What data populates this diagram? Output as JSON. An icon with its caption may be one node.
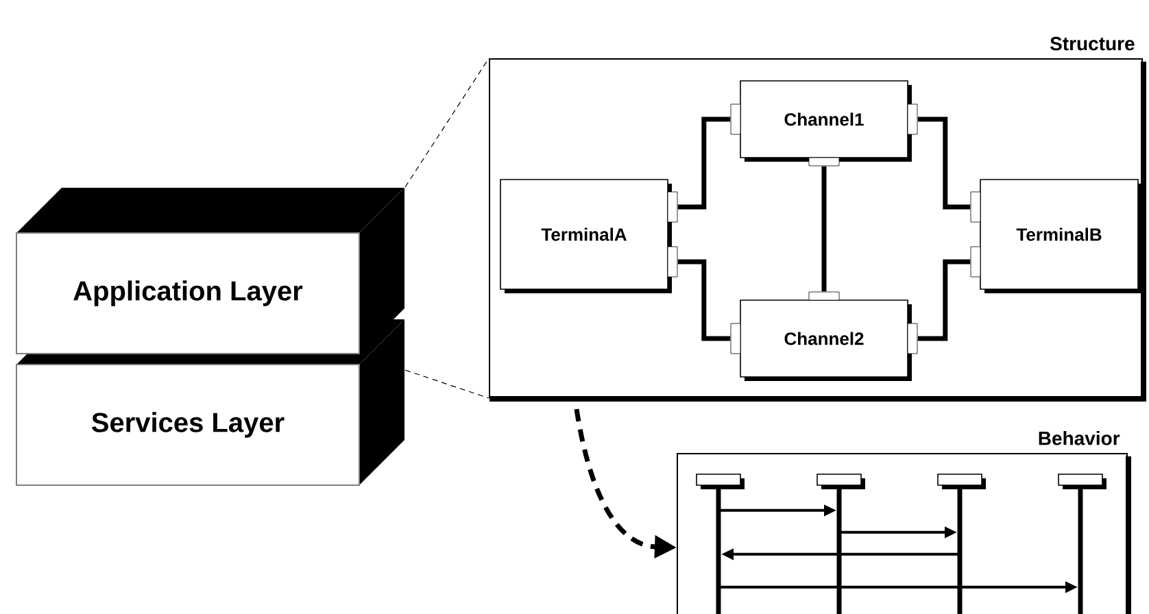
{
  "diagram": {
    "nodes": [
      {
        "text": [
          "Application Layer"
        ]
      },
      {
        "text": [
          "Services Layer"
        ]
      },
      {
        "text": [
          "Structure"
        ]
      },
      {
        "text": [
          "TerminalA"
        ],
        "in": 2
      },
      {
        "text": [
          "Channel1"
        ],
        "in": 2
      },
      {
        "text": [
          "Channel2"
        ],
        "in": 2
      },
      {
        "text": [
          "TerminalB"
        ],
        "in": 2
      },
      {
        "text": [
          "Behavior"
        ]
      },
      {
        "text": [],
        "shape": "box",
        "in": 7
      },
      {
        "text": [],
        "shape": "box",
        "in": 7
      },
      {
        "text": [],
        "shape": "box",
        "in": 7
      },
      {
        "text": [],
        "shape": "box",
        "in": 7
      }
    ],
    "edges": [
      {
        "from": 0,
        "to": 2,
        "arrow": "none",
        "style": "dashed"
      },
      {
        "from": 1,
        "to": 2,
        "arrow": "none",
        "style": "dashed"
      },
      {
        "from": 3,
        "to": 4,
        "arrow": "none"
      },
      {
        "from": 3,
        "to": 5,
        "arrow": "none"
      },
      {
        "from": 4,
        "to": 5,
        "arrow": "none"
      },
      {
        "from": 4,
        "to": 6,
        "arrow": "none"
      },
      {
        "from": 5,
        "to": 6,
        "arrow": "none"
      },
      {
        "from": 2,
        "to": 7,
        "arrow": "to",
        "style": "dashed"
      },
      {
        "from": 8,
        "to": 9,
        "arrow": "to"
      },
      {
        "from": 9,
        "to": 10,
        "arrow": "to"
      },
      {
        "from": 10,
        "to": 8,
        "arrow": "to"
      },
      {
        "from": 8,
        "to": 11,
        "arrow": "to"
      }
    ]
  }
}
